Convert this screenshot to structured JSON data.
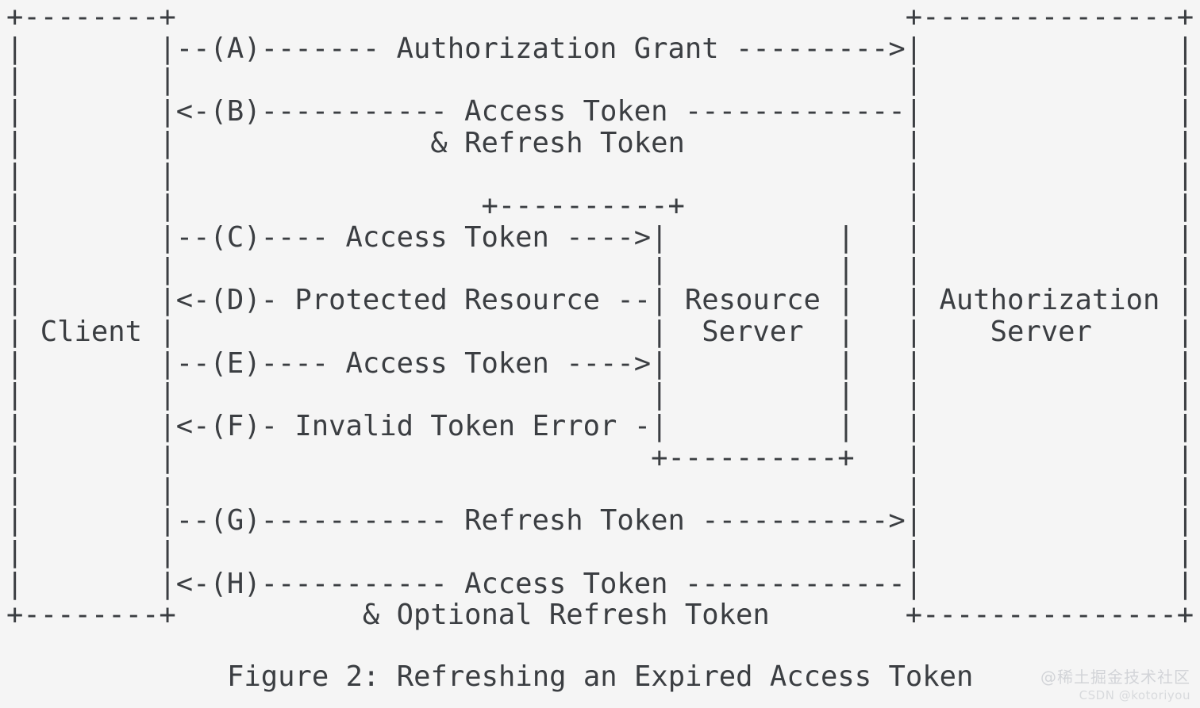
{
  "figure": {
    "id": "figure-2",
    "caption": "Figure 2: Refreshing an Expired Access Token",
    "background_color": "#f5f5f5",
    "text_color": "#3b3e42",
    "nodes": [
      {
        "name": "client",
        "label": "Client"
      },
      {
        "name": "resource-server",
        "label": "Resource\nServer"
      },
      {
        "name": "authorization-server",
        "label": "Authorization\nServer"
      }
    ],
    "flows": [
      {
        "step": "A",
        "label": "Authorization Grant",
        "from": "Client",
        "to": "Authorization Server",
        "direction": "right"
      },
      {
        "step": "B",
        "label": "Access Token & Refresh Token",
        "from": "Authorization Server",
        "to": "Client",
        "direction": "left"
      },
      {
        "step": "C",
        "label": "Access Token",
        "from": "Client",
        "to": "Resource Server",
        "direction": "right"
      },
      {
        "step": "D",
        "label": "Protected Resource",
        "from": "Resource Server",
        "to": "Client",
        "direction": "left"
      },
      {
        "step": "E",
        "label": "Access Token",
        "from": "Client",
        "to": "Resource Server",
        "direction": "right"
      },
      {
        "step": "F",
        "label": "Invalid Token Error",
        "from": "Resource Server",
        "to": "Client",
        "direction": "left"
      },
      {
        "step": "G",
        "label": "Refresh Token",
        "from": "Client",
        "to": "Authorization Server",
        "direction": "right"
      },
      {
        "step": "H",
        "label": "Access Token & Optional Refresh Token",
        "from": "Authorization Server",
        "to": "Client",
        "direction": "left"
      }
    ],
    "art": "+--------+                                           +---------------+\n|        |--(A)------- Authorization Grant --------->|               |\n|        |                                           |               |\n|        |<-(B)----------- Access Token -------------|               |\n|        |               & Refresh Token             |               |\n|        |                                           |               |\n|        |                  +----------+             |               |\n|        |--(C)---- Access Token ---->|          |   |               |\n|        |                            |          |   |               |\n|        |<-(D)- Protected Resource --| Resource |   | Authorization |\n| Client |                            |  Server  |   |    Server     |\n|        |--(E)---- Access Token ---->|          |   |               |\n|        |                            |          |   |               |\n|        |<-(F)- Invalid Token Error -|          |   |               |\n|        |                            +----------+   |               |\n|        |                                           |               |\n|        |--(G)----------- Refresh Token ----------->|               |\n|        |                                           |               |\n|        |<-(H)----------- Access Token -------------|               |\n+--------+           & Optional Refresh Token        +---------------+"
  },
  "watermark": {
    "primary": "@稀土掘金技术社区",
    "secondary": "CSDN @kotoriyou"
  }
}
